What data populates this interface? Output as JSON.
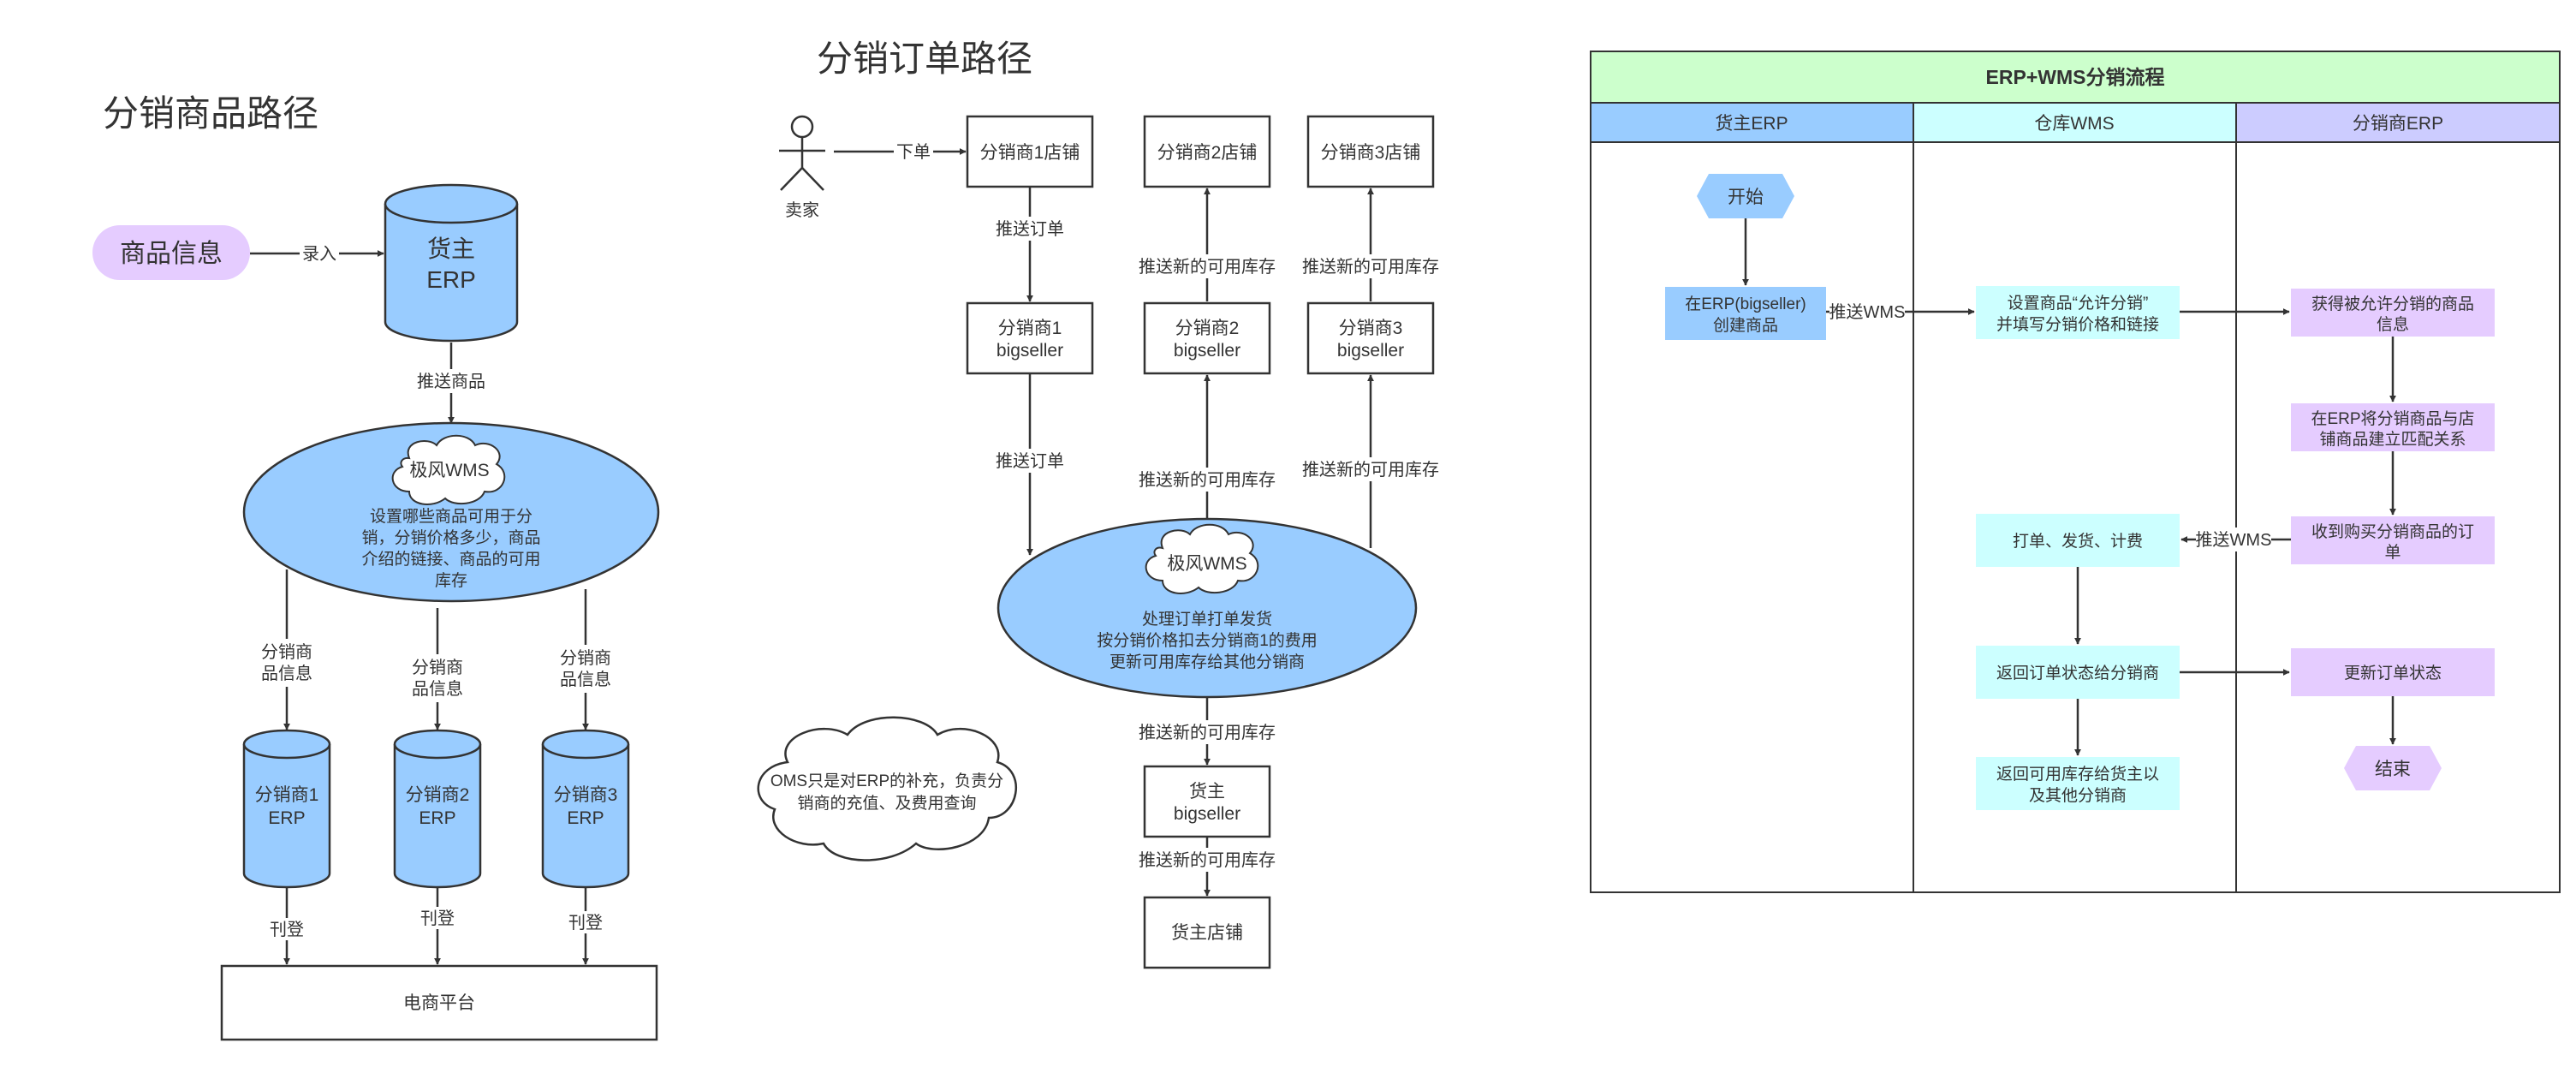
{
  "colors": {
    "blue_fill": "#99ccff",
    "purple_fill": "#e5ccff",
    "cyan_fill": "#ccffff",
    "green_header": "#ccffcc",
    "line": "#333333"
  },
  "product_path": {
    "title": "分销商品路径",
    "product_info": "商品信息",
    "record_label": "录入",
    "owner_erp": [
      "货主",
      "ERP"
    ],
    "push_goods_label": "推送商品",
    "wms_cloud": "极风WMS",
    "wms_text": [
      "设置哪些商品可用于分",
      "销，分销价格多少，商品",
      "介绍的链接、商品的可用",
      "库存"
    ],
    "dist_info_label": [
      "分销商",
      "品信息"
    ],
    "dist_info_label_2": [
      "分销商",
      "品信息"
    ],
    "dist_info_label_3": [
      "分销商",
      "品信息"
    ],
    "dist_erps": [
      [
        "分销商1",
        "ERP"
      ],
      [
        "分销商2",
        "ERP"
      ],
      [
        "分销商3",
        "ERP"
      ]
    ],
    "publish_label": "刊登",
    "platform": "电商平台"
  },
  "order_path": {
    "title": "分销订单路径",
    "buyer": "卖家",
    "order_label": "下单",
    "stores": [
      "分销商1店铺",
      "分销商2店铺",
      "分销商3店铺"
    ],
    "push_order": "推送订单",
    "push_stock": "推送新的可用库存",
    "bigsellers": [
      [
        "分销商1",
        "bigseller"
      ],
      [
        "分销商2",
        "bigseller"
      ],
      [
        "分销商3",
        "bigseller"
      ]
    ],
    "wms_cloud": "极风WMS",
    "wms_text": [
      "处理订单打单发货",
      "按分销价格扣去分销商1的费用",
      "更新可用库存给其他分销商"
    ],
    "owner_bigseller": [
      "货主",
      "bigseller"
    ],
    "owner_store": "货主店铺",
    "oms_note": [
      "OMS只是对ERP的补充，负责分",
      "销商的充值、及费用查询"
    ]
  },
  "flow": {
    "title": "ERP+WMS分销流程",
    "lanes": [
      "货主ERP",
      "仓库WMS",
      "分销商ERP"
    ],
    "start": "开始",
    "create": [
      "在ERP(bigseller)",
      "创建商品"
    ],
    "push_wms": "推送WMS",
    "set_goods": [
      "设置商品“允许分销”",
      "并填写分销价格和链接"
    ],
    "get_goods": [
      "获得被允许分销的商品",
      "信息"
    ],
    "match": [
      "在ERP将分销商品与店",
      "铺商品建立匹配关系"
    ],
    "receive_order": [
      "收到购买分销商品的订",
      "单"
    ],
    "push_wms_2": "推送WMS",
    "print_ship": "打单、发货、计费",
    "return_status": "返回订单状态给分销商",
    "update_status": "更新订单状态",
    "return_stock": [
      "返回可用库存给货主以",
      "及其他分销商"
    ],
    "end": "结束"
  }
}
